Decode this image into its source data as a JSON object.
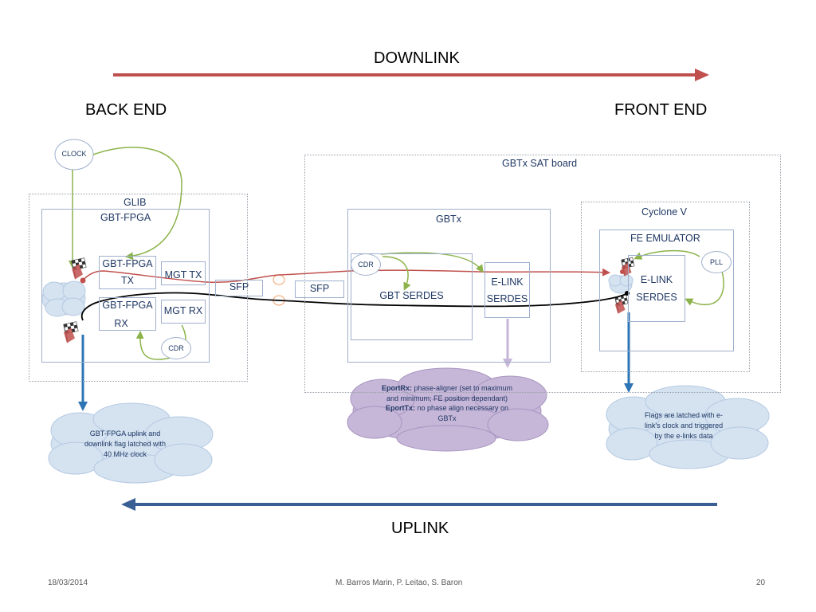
{
  "header": {
    "downlink": "DOWNLINK",
    "uplink": "UPLINK",
    "back_end": "BACK END",
    "front_end": "FRONT END"
  },
  "back": {
    "clock": "CLOCK",
    "glib": "GLIB",
    "gbt_fpga": "GBT-FPGA",
    "gbt_fpga_tx": [
      "GBT-FPGA",
      "TX"
    ],
    "gbt_fpga_rx": [
      "GBT-FPGA",
      "RX"
    ],
    "mgt_tx": "MGT TX",
    "mgt_rx": "MGT RX",
    "cdr": "CDR",
    "sfp": "SFP",
    "cloud_note": [
      "GBT-FPGA uplink and",
      "downlink flag latched with",
      "40 MHz clock"
    ]
  },
  "sat": {
    "board": "GBTx SAT board",
    "sfp": "SFP",
    "gbtx": "GBTx",
    "cdr": "CDR",
    "gbt_serdes": "GBT SERDES",
    "elink_serdes": [
      "E-LINK",
      "SERDES"
    ],
    "eport_note": {
      "rx_label": "EportRx:",
      "rx_text": " phase-aligner (set to maximum and minimum; FE position dependant)",
      "tx_label": "EportTx:",
      "tx_text": " no phase align necessary on GBTx"
    }
  },
  "front": {
    "cyclone": "Cyclone V",
    "fe_emulator": "FE EMULATOR",
    "elink_serdes": [
      "E-LINK",
      "SERDES"
    ],
    "pll": "PLL",
    "cloud_note": [
      "Flags are latched with e-",
      "link's clock and triggered",
      "by the e-links data"
    ]
  },
  "footer": {
    "date": "18/03/2014",
    "authors": "M. Barros Marin, P. Leitao, S. Baron",
    "page": "20"
  },
  "colors": {
    "downlink_arrow": "#c0504d",
    "uplink_arrow": "#3a5f94",
    "green_link": "#8cb34a",
    "blue_drop": "#2e75b6",
    "purple": "#c6b6d8",
    "cloud_blue": "#d5e3f1",
    "label_text": "#1f3864"
  }
}
